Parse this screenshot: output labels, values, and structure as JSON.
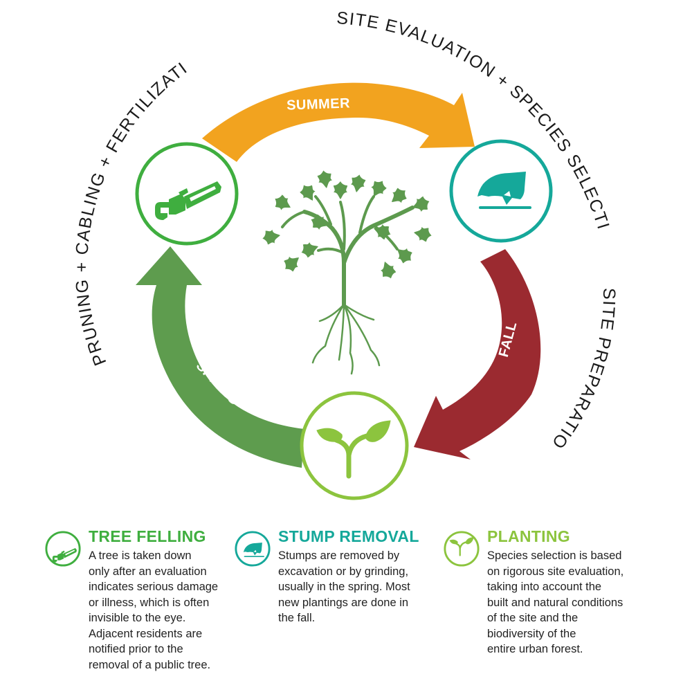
{
  "colors": {
    "summer": "#f2a31f",
    "fall": "#9b2a30",
    "spring": "#5e9c4e",
    "felling": "#3fae3f",
    "stump": "#15a89a",
    "planting": "#8cc43e",
    "tree": "#5d9a4e"
  },
  "seasons": {
    "summer": "SUMMER",
    "fall": "FALL",
    "spring": "SPRING"
  },
  "arc_labels": {
    "top_right": "SITE EVALUATION + SPECIES SELECTION",
    "right": "SITE PREPARATION",
    "left": "PRUNING + CABLING + FERTILIZATION"
  },
  "icons": {
    "felling": "chainsaw-icon",
    "stump": "stump-icon",
    "planting": "sprout-icon",
    "center": "tree-with-roots-icon"
  },
  "legend": {
    "felling": {
      "title": "TREE FELLING",
      "text": "A tree is taken down\nonly after an evaluation\nindicates serious damage\nor illness, which is often\ninvisible to the eye.\nAdjacent residents are\nnotified prior to the\nremoval of a public tree."
    },
    "stump": {
      "title": "STUMP REMOVAL",
      "text": "Stumps are removed by\nexcavation or by grinding,\nusually in the spring. Most\nnew plantings are done in\nthe fall."
    },
    "planting": {
      "title": "PLANTING",
      "text": "Species selection is based\non rigorous site evaluation,\ntaking into account the\nbuilt and natural conditions\nof the site and the\nbiodiversity of the\nentire urban forest."
    }
  }
}
